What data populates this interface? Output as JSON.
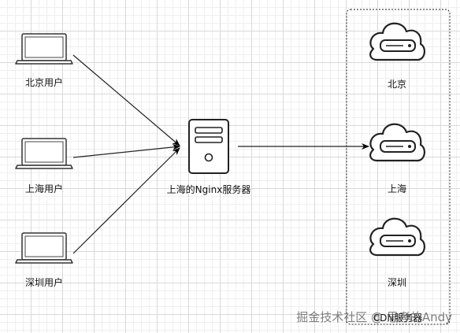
{
  "users": [
    {
      "label": "北京用户"
    },
    {
      "label": "上海用户"
    },
    {
      "label": "深圳用户"
    }
  ],
  "server": {
    "label": "上海的Nginx服务器"
  },
  "cdn": {
    "label": "CDN服务器",
    "nodes": [
      {
        "label": "北京"
      },
      {
        "label": "上海"
      },
      {
        "label": "深圳"
      }
    ]
  },
  "watermark": "掘金技术社区 @ 思考的Andy"
}
